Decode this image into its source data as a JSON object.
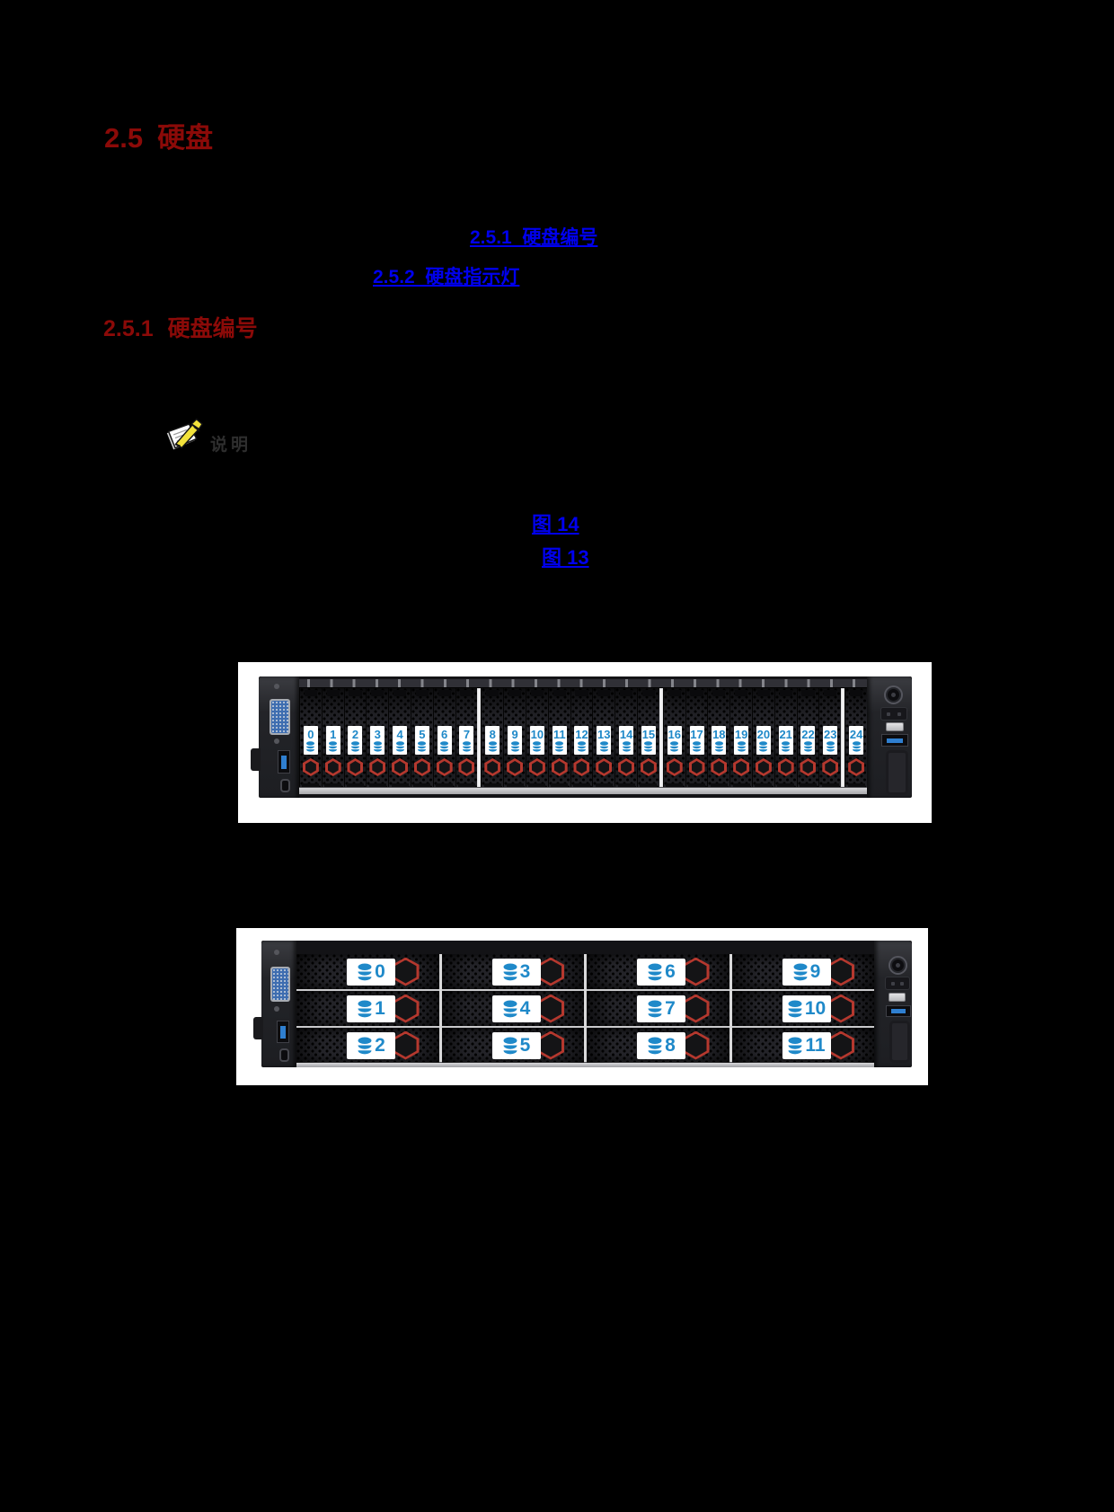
{
  "colors": {
    "heading_red": "#8b0a08",
    "link_blue": "#0000ee",
    "label_blue": "#1f89c9",
    "latch_red": "#b5382e",
    "note_gray": "#2e2e2e",
    "pencil_yellow": "#f2e23b"
  },
  "section_heading": {
    "number": "2.5",
    "title": "硬盘"
  },
  "toc_links": [
    {
      "label": "2.5.1  硬盘编号"
    },
    {
      "label": "2.5.2  硬盘指示灯"
    }
  ],
  "subsection_heading": {
    "number": "2.5.1",
    "title": "硬盘编号"
  },
  "note": {
    "icon": "note-pencil-icon",
    "label": "说明"
  },
  "figure_links": [
    {
      "label": "图 14"
    },
    {
      "label": "图 13"
    }
  ],
  "figure_25bay": {
    "type": "server-front-panel",
    "drive_form_factor": "2.5-inch",
    "drive_numbers": [
      0,
      1,
      2,
      3,
      4,
      5,
      6,
      7,
      8,
      9,
      10,
      11,
      12,
      13,
      14,
      15,
      16,
      17,
      18,
      19,
      20,
      21,
      22,
      23,
      24
    ],
    "group_sizes": [
      8,
      8,
      8,
      1
    ],
    "left_ports": [
      "vga-port",
      "usb3-port",
      "usb-c-port"
    ],
    "right_controls": [
      "power-button",
      "button-rocker",
      "id-display",
      "usb3-port",
      "pull-handle"
    ]
  },
  "figure_12bay": {
    "type": "server-front-panel",
    "drive_form_factor": "3.5-inch",
    "columns": [
      [
        0,
        1,
        2
      ],
      [
        3,
        4,
        5
      ],
      [
        6,
        7,
        8
      ],
      [
        9,
        10,
        11
      ]
    ],
    "left_ports": [
      "vga-port",
      "usb3-port",
      "usb-c-port"
    ],
    "right_controls": [
      "power-button",
      "button-rocker",
      "id-display",
      "usb3-port",
      "pull-handle"
    ]
  }
}
